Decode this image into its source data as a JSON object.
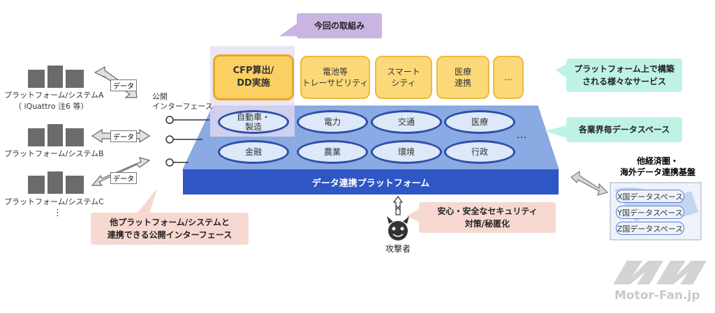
{
  "callouts": {
    "current_initiative": "今回の取組み",
    "platform_services": "プラットフォーム上で構築\nされる様々なサービス",
    "data_spaces": "各業界毎データスペース",
    "public_interface": "他プラットフォーム/システムと\n連携できる公開インターフェース",
    "security": "安心・安全なセキュリティ\n対策/秘匿化"
  },
  "services": [
    {
      "label": "CFP算出/\nDD実施"
    },
    {
      "label": "電池等\nトレーサビリティ"
    },
    {
      "label": "スマート\nシティ"
    },
    {
      "label": "医療\n連携"
    },
    {
      "label": "…"
    }
  ],
  "data_spaces": [
    {
      "label": "自動車・\n製造"
    },
    {
      "label": "電力"
    },
    {
      "label": "交通"
    },
    {
      "label": "医療"
    },
    {
      "label": "金融"
    },
    {
      "label": "農業"
    },
    {
      "label": "環境"
    },
    {
      "label": "行政"
    }
  ],
  "data_spaces_ellipsis": "…",
  "platform_label": "データ連携プラットフォーム",
  "systems": [
    {
      "label": "プラットフォーム/システムA",
      "sub": "（ iQuattro 注6 等）"
    },
    {
      "label": "プラットフォーム/システムB"
    },
    {
      "label": "プラットフォーム/システムC"
    }
  ],
  "systems_ellipsis": "⋮",
  "data_arrow_label": "データ",
  "public_interface_label": "公開\nインターフェース",
  "attacker_label": "攻撃者",
  "external": {
    "title": "他経済圏・\n海外データ連携基盤",
    "spaces": [
      "X国データスペース",
      "Y国データスペース",
      "Z国データスペース"
    ]
  },
  "watermark": "Motor-Fan.jp"
}
